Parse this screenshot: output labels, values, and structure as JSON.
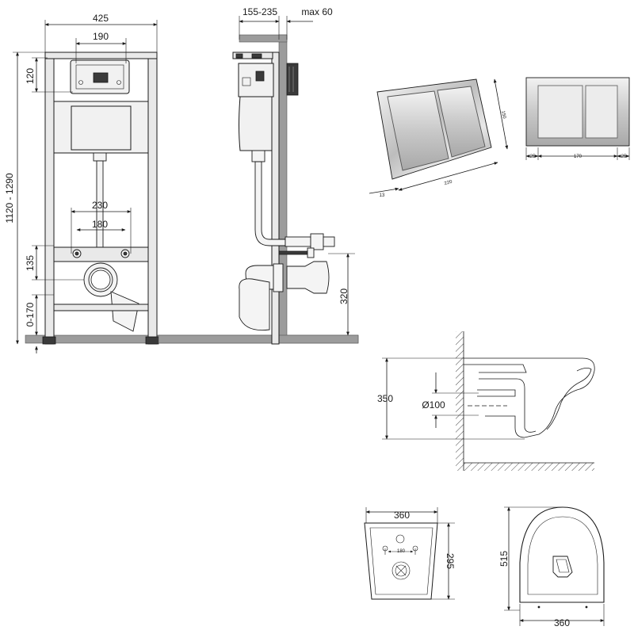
{
  "front_view": {
    "width": "425",
    "panel_width": "190",
    "top_offset": "120",
    "height": "1120 - 1290",
    "bolt_spacing_outer": "230",
    "bolt_spacing_inner": "180",
    "outlet_height": "135",
    "leg_extension": "0-170"
  },
  "side_view": {
    "depth": "155-235",
    "tile_max": "max 60",
    "outlet_height": "320"
  },
  "flush_plate": {
    "depth": "13",
    "length": "220",
    "height": "150",
    "margin_left": "25",
    "button_width": "170",
    "margin_right": "25"
  },
  "bowl_side": {
    "height": "350",
    "outlet_diameter": "Ø100"
  },
  "bowl_back": {
    "width": "360",
    "bolt_spacing": "180",
    "depth": "295"
  },
  "bowl_top": {
    "length": "515",
    "width": "360"
  }
}
